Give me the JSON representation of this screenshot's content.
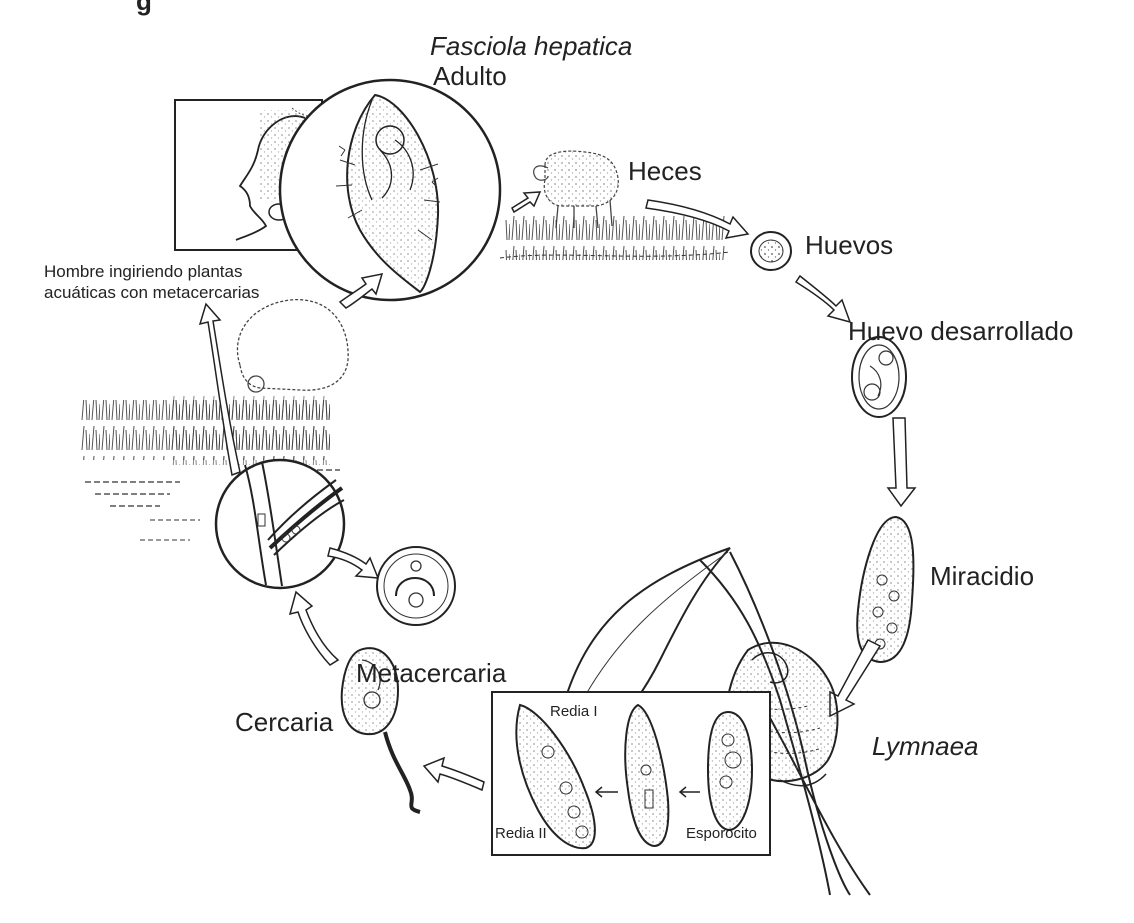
{
  "header": {
    "cropped_title_fragment": "g"
  },
  "labels": {
    "species": "Fasciola hepatica",
    "adult": "Adulto",
    "feces": "Heces",
    "eggs": "Huevos",
    "developed_egg": "Huevo desarrollado",
    "miracidium": "Miracidio",
    "snail": "Lymnaea",
    "redia1": "Redia I",
    "redia2": "Redia II",
    "sporocyst": "Esporocito",
    "cercaria": "Cercaria",
    "metacercaria": "Metacercaria",
    "human_line1": "Hombre ingiriendo plantas",
    "human_line2": "acuáticas con metacercarias"
  },
  "colors": {
    "ink": "#222222",
    "paper": "#ffffff",
    "stipple": "#555555"
  }
}
